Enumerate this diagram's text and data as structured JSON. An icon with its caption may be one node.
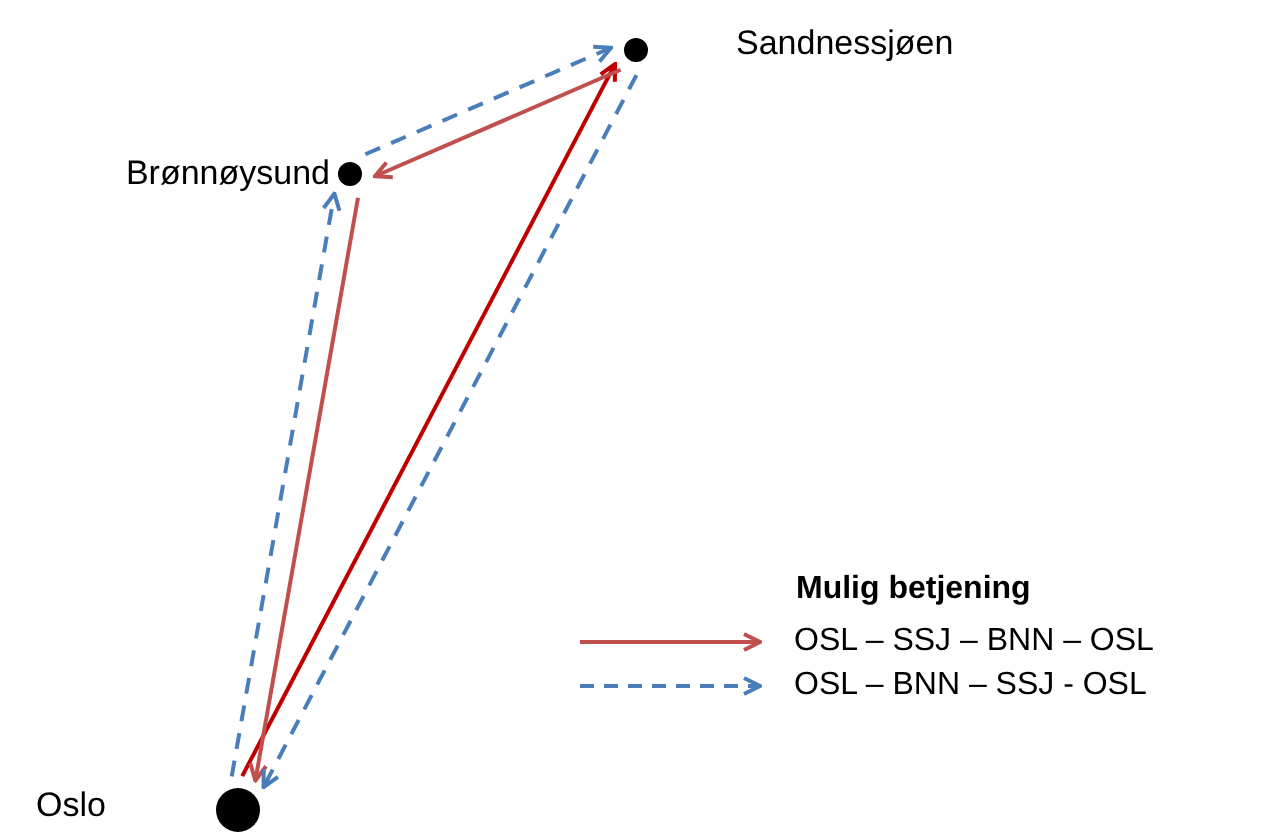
{
  "diagram": {
    "nodes": [
      {
        "text": [],
        "shape": "circle",
        "beside": [
          "Sandnessjøen"
        ]
      },
      {
        "text": [],
        "shape": "circle",
        "beside": [
          "Brønnøysund"
        ]
      },
      {
        "text": [],
        "shape": "circle",
        "beside": [
          "Oslo"
        ]
      }
    ],
    "edges": [
      {
        "from": 2,
        "to": 0,
        "arrow": "to",
        "color": "#c00000"
      },
      {
        "from": 0,
        "to": 1,
        "arrow": "to",
        "color": "#c0504d"
      },
      {
        "from": 1,
        "to": 2,
        "arrow": "to",
        "color": "#c0504d"
      },
      {
        "from": 2,
        "to": 1,
        "arrow": "to",
        "style": "dashed",
        "color": "#4a7ebb"
      },
      {
        "from": 1,
        "to": 0,
        "arrow": "to",
        "style": "dashed",
        "color": "#4a7ebb"
      },
      {
        "from": 0,
        "to": 2,
        "arrow": "to",
        "style": "dashed",
        "color": "#4a7ebb"
      }
    ],
    "labels": [
      "Mulig betjening"
    ],
    "legend": [
      {
        "text": "OSL – SSJ – BNN – OSL"
      },
      {
        "text": "OSL – BNN – SSJ - OSL"
      }
    ]
  }
}
